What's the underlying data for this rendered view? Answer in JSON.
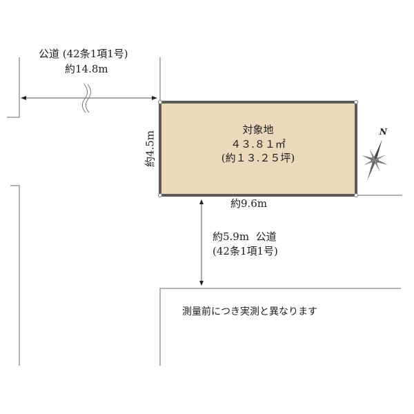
{
  "colors": {
    "plot_fill": "#ead9bb",
    "plot_border": "#5a5a5a",
    "line": "#9a9a9a",
    "arrow": "#222222",
    "text": "#1e1e1e"
  },
  "top_road": {
    "name": "公道 (42条1項1号)",
    "width": "約14.8m"
  },
  "plot": {
    "title": "対象地",
    "area_sqm": "４３.８１㎡",
    "area_tsubo": "(約１３.２５坪)",
    "side_depth": "約4.5m",
    "side_frontage": "約9.6m"
  },
  "south_road": {
    "width_and_name": "約5.9m  公道",
    "classification": "(42条1項1号)"
  },
  "note": "測量前につき実測と異なります",
  "compass": {
    "north_label": "N",
    "icon": "compass-rose-icon"
  }
}
